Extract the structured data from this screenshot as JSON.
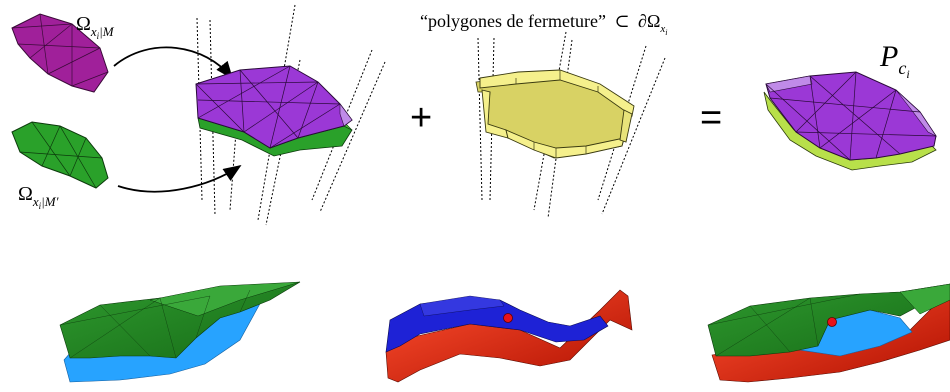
{
  "caption": {
    "open_quote": "“",
    "text": "polygones de fermeture",
    "close_quote": "”",
    "subset": "⊂",
    "partial": "∂",
    "omega": "Ω",
    "omega_sub": "x",
    "omega_subsub": "i"
  },
  "labels": {
    "omega_M": {
      "omega": "Ω",
      "sub_x": "x",
      "sub_i": "i",
      "sub_rest": "|M"
    },
    "omega_Mp": {
      "omega": "Ω",
      "sub_x": "x",
      "sub_i": "i",
      "sub_rest": "|M′"
    },
    "P_ci": {
      "P": "P",
      "sub_c": "c",
      "sub_i": "i"
    }
  },
  "operators": {
    "plus": "+",
    "equals": "="
  },
  "colors": {
    "magenta": "#a0209a",
    "purple": "#9b38d6",
    "purple_light": "#c08be8",
    "green": "#2aa12a",
    "green_dark": "#1f7d1f",
    "green_side": "#4cc63c",
    "yellow": "#f5f08c",
    "yellow_side": "#d8d264",
    "lime": "#b8e04a",
    "blue": "#1e22d6",
    "light_blue": "#27a3ff",
    "red": "#e0200a",
    "dot": "#e8121a"
  }
}
